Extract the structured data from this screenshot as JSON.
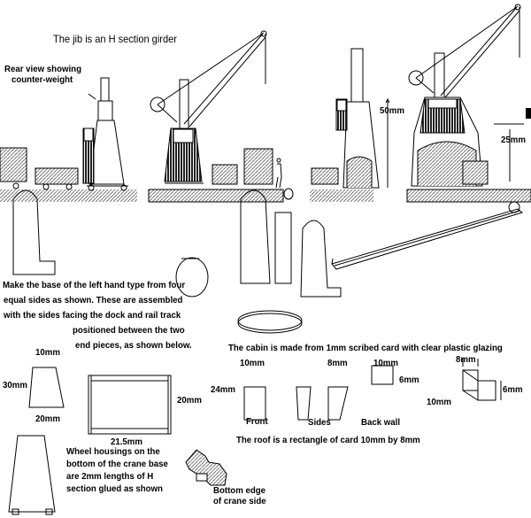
{
  "top": {
    "title": "The jib is an H section girder",
    "rear_view_line1": "Rear view showing",
    "rear_view_line2": "counter-weight",
    "dim_50": "50mm",
    "dim_25": "25mm"
  },
  "base_instructions": {
    "line1": "Make the base of the left hand type  from four",
    "line2": "equal sides as shown.  These are assembled",
    "line3": "with the sides facing the dock and rail track",
    "line4": "positioned between the two",
    "line5": "end pieces, as shown below."
  },
  "base_dims": {
    "top_width": "10mm",
    "height": "30mm",
    "bottom_width": "20mm",
    "frame_height": "20mm",
    "frame_width": "21.5mm"
  },
  "cabin": {
    "heading": "The cabin is made from 1mm scribed card  with clear plastic glazing",
    "front_width": "10mm",
    "front_height": "24mm",
    "sides_width": "8mm",
    "back_width": "10mm",
    "back_height": "6mm",
    "cube_width": "8mm",
    "cube_height": "6mm",
    "cube_depth": "10mm",
    "label_front": "Front",
    "label_sides": "Sides",
    "label_back": "Back wall",
    "roof_note": "The roof is a  rectangle of card 10mm by 8mm"
  },
  "wheels": {
    "line1": "Wheel housings on the",
    "line2": "bottom of the crane base",
    "line3": "are 2mm lengths of H",
    "line4": "section glued as shown",
    "edge_line1": "Bottom edge",
    "edge_line2": "of crane side"
  }
}
